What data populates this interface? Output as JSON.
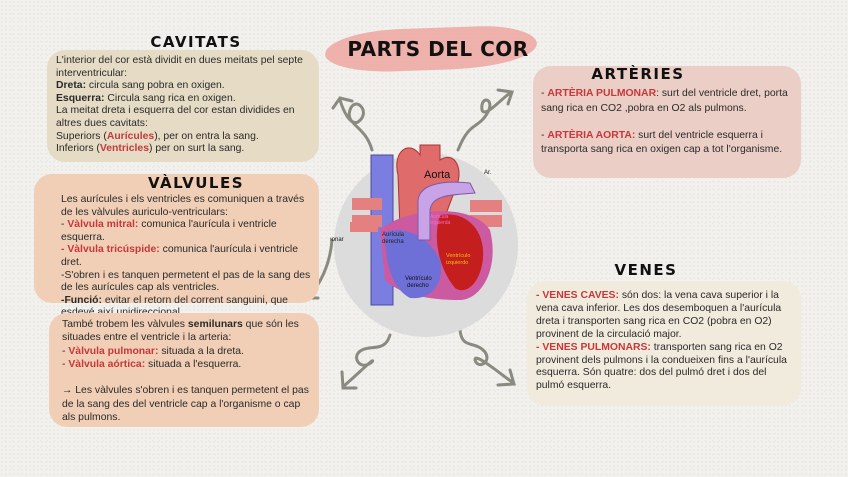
{
  "title": "PARTS DEL COR",
  "colors": {
    "accent_red": "#c8383a",
    "title_brush": "#eeaaa3",
    "cavitats_bg": "#e6dcc5",
    "valvules_bg": "#f0cfb6",
    "arteries_bg": "#ebcfc6",
    "venes_bg": "#f1ebdd"
  },
  "cavitats": {
    "heading": "CAVITATS",
    "paragraphs": [
      [
        {
          "t": "L'interior del cor està dividit en dues meitats pel septe interventricular:",
          "s": ""
        }
      ],
      [
        {
          "t": "Dreta:",
          "s": "b"
        },
        {
          "t": " circula sang pobra en oxigen.",
          "s": ""
        }
      ],
      [
        {
          "t": "Esquerra:",
          "s": "b"
        },
        {
          "t": " Circula sang rica en oxigen.",
          "s": ""
        }
      ],
      [
        {
          "t": "La meitat dreta i esquerra del cor estan dividides en altres dues cavitats:",
          "s": ""
        }
      ],
      [
        {
          "t": "Superiors (",
          "s": ""
        },
        {
          "t": "Aurícules",
          "s": "r"
        },
        {
          "t": "), per on entra la sang.",
          "s": ""
        }
      ],
      [
        {
          "t": "Inferiors (",
          "s": ""
        },
        {
          "t": "Ventricles",
          "s": "r"
        },
        {
          "t": ") per on surt la sang.",
          "s": ""
        }
      ]
    ]
  },
  "valvules": {
    "heading": "VÀLVULES",
    "paragraphs": [
      [
        {
          "t": "Les aurícules i els ventricles es comuniquen a través de les vàlvules auriculo-ventriculars:",
          "s": ""
        }
      ],
      [
        {
          "t": "- ",
          "s": ""
        },
        {
          "t": "Vàlvula mitral:",
          "s": "r"
        },
        {
          "t": " comunica l'aurícula i ventricle esquerra.",
          "s": ""
        }
      ],
      [
        {
          "t": "- Vàlvula tricúspide:",
          "s": "r"
        },
        {
          "t": " comunica l'aurícula i ventricle dret.",
          "s": ""
        }
      ],
      [
        {
          "t": "-S'obren i es tanquen permetent el pas de la sang des de les aurícules cap als ventricles.",
          "s": ""
        }
      ],
      [
        {
          "t": "-Funció:",
          "s": "b"
        },
        {
          "t": " evitar el retorn del corrent sanguini, que esdevé així unidireccional.",
          "s": ""
        }
      ]
    ]
  },
  "semilunars": {
    "paragraphs": [
      [
        {
          "t": "També trobem les vàlvules ",
          "s": ""
        },
        {
          "t": "semilunars",
          "s": "b"
        },
        {
          "t": " que són les situades entre el ventricle i la arteria:",
          "s": ""
        }
      ],
      [
        {
          "t": "- ",
          "s": ""
        },
        {
          "t": "Vàlvula pulmonar:",
          "s": "r"
        },
        {
          "t": " situada a la dreta.",
          "s": ""
        }
      ],
      [
        {
          "t": "- ",
          "s": ""
        },
        {
          "t": "Vàlvula aórtica:",
          "s": "r"
        },
        {
          "t": " situada a l'esquerra.",
          "s": ""
        }
      ],
      [
        {
          "t": "",
          "s": ""
        }
      ],
      [
        {
          "t": "→ Les vàlvules s'obren i es tanquen permetent el pas de la sang des del ventricle cap a l'organisme o cap als pulmons.",
          "s": ""
        }
      ]
    ]
  },
  "arteries": {
    "heading": "ARTÈRIES",
    "paragraphs": [
      [
        {
          "t": "- ",
          "s": ""
        },
        {
          "t": "ARTÈRIA PULMONAR",
          "s": "r"
        },
        {
          "t": ": surt del ventricle dret, porta sang rica en CO2 ,pobra en O2 als pulmons.",
          "s": ""
        }
      ],
      [
        {
          "t": "",
          "s": ""
        }
      ],
      [
        {
          "t": "- ",
          "s": ""
        },
        {
          "t": "ARTÈRIA AORTA:",
          "s": "r"
        },
        {
          "t": " surt del ventricle esquerra i transporta sang rica en oxigen cap a tot l'organisme.",
          "s": ""
        }
      ]
    ]
  },
  "venes": {
    "heading": "VENES",
    "paragraphs": [
      [
        {
          "t": "- VENES CAVES:",
          "s": "r"
        },
        {
          "t": " són dos: la vena cava superior i la vena cava inferior. Les dos desemboquen a l'aurícula dreta i transporten sang rica en CO2 (pobra en O2) provinent de la circulació major.",
          "s": ""
        }
      ],
      [
        {
          "t": "- VENES PULMONARS:",
          "s": "r"
        },
        {
          "t": " transporten sang rica en O2 provinent dels pulmons i la condueixen fins a l'aurícula esquerra. Són quatre: dos del pulmó dret i dos del pulmó esquerra.",
          "s": ""
        }
      ]
    ]
  },
  "diagram": {
    "aorta": "Aorta",
    "ar": "Ar.",
    "pulmonar": "ıonar",
    "auricula_derecha": [
      "Aurícula",
      "derecha"
    ],
    "ventriculo_derecho": [
      "Ventrículo",
      "derecho"
    ],
    "auricula_izquierda": [
      "Aurícula",
      "izquierda"
    ],
    "ventriculo_izquierdo": [
      "Ventrículo",
      "izquierdo"
    ]
  }
}
